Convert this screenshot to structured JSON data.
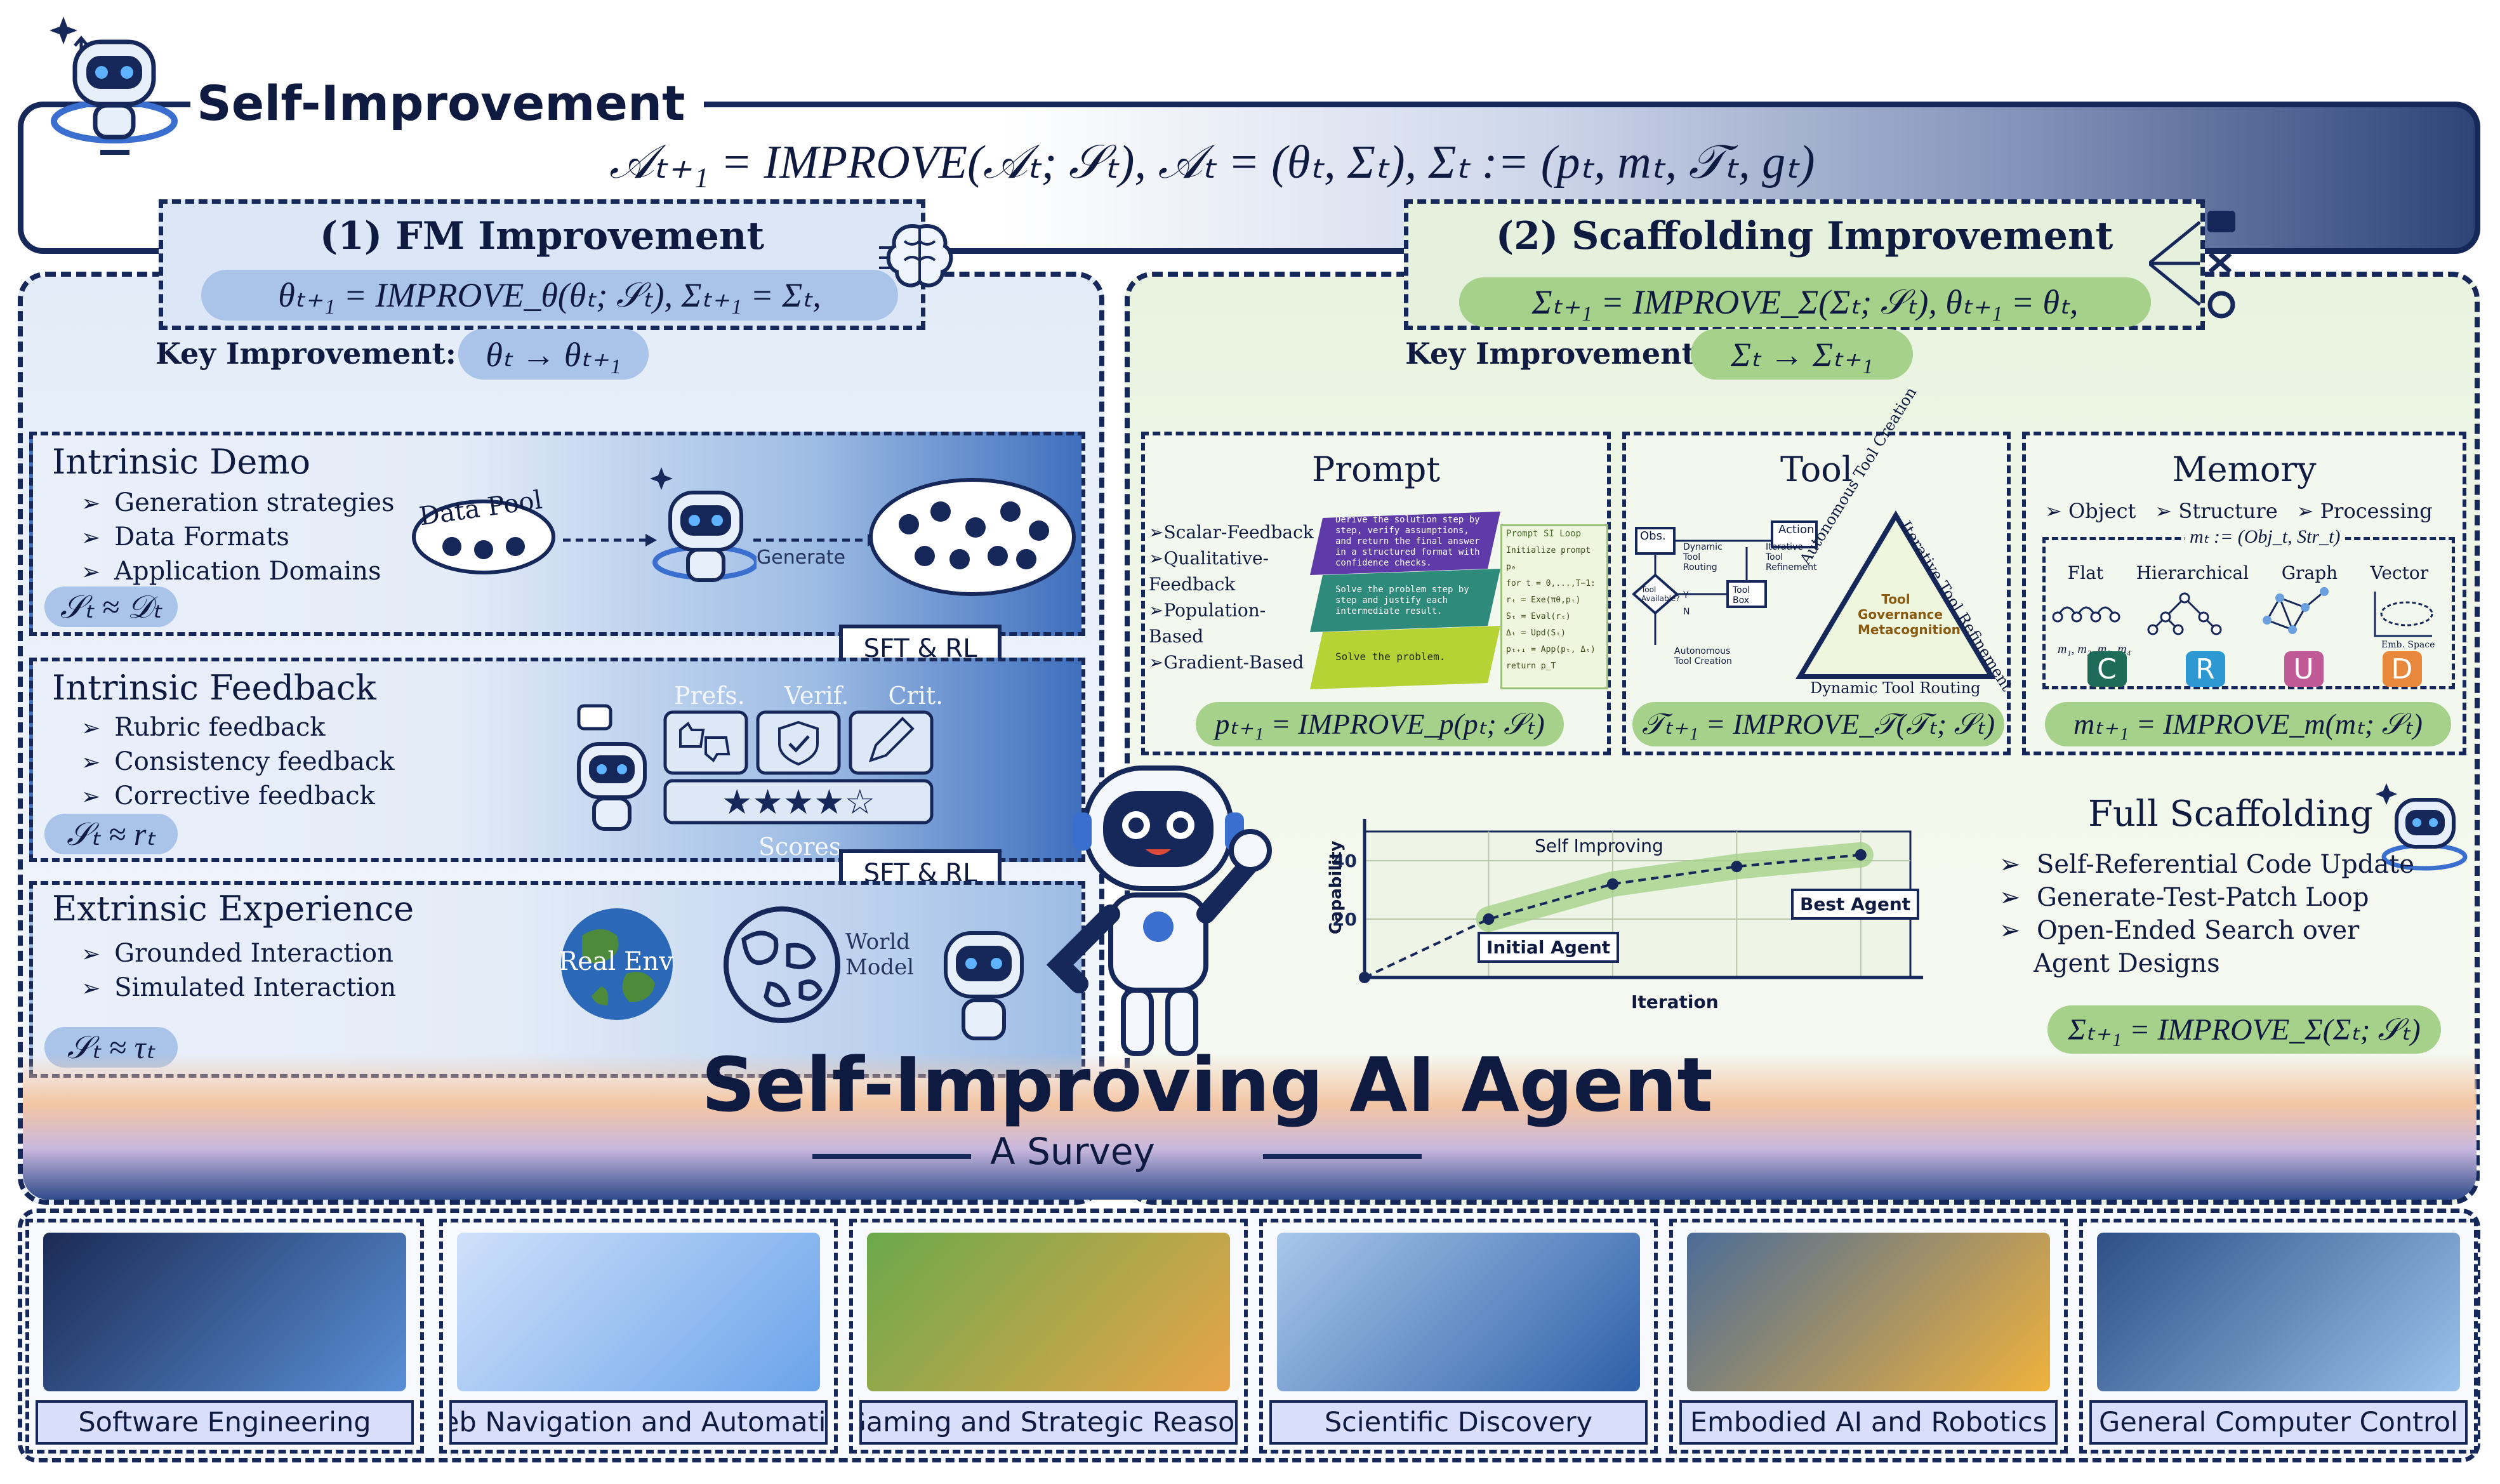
{
  "header": {
    "title": "Self-Improvement",
    "formula": "𝒜ₜ₊₁ = IMPROVE(𝒜ₜ; 𝒮ₜ),    𝒜ₜ = (θₜ, Σₜ),    Σₜ := (pₜ, mₜ, 𝒯ₜ, gₜ)"
  },
  "fm": {
    "title": "(1) FM Improvement",
    "formula": "θₜ₊₁ = IMPROVE_θ(θₜ; 𝒮ₜ),      Σₜ₊₁ = Σₜ,",
    "key_label": "Key Improvement:",
    "key_value": "θₜ → θₜ₊₁"
  },
  "scaffold": {
    "title": "(2) Scaffolding Improvement",
    "formula": "Σₜ₊₁ = IMPROVE_Σ(Σₜ; 𝒮ₜ),      θₜ₊₁ = θₜ,",
    "key_label": "Key Improvement:",
    "key_value": "Σₜ → Σₜ₊₁"
  },
  "intrinsic_demo": {
    "title": "Intrinsic Demo",
    "bullets": [
      "Generation strategies",
      "Data Formats",
      "Application Domains"
    ],
    "formula": "𝒮ₜ ≈ 𝒟ₜ",
    "pool_label": "Data Pool",
    "generate_label": "Generate"
  },
  "sft1": "SFT & RL",
  "intrinsic_feedback": {
    "title": "Intrinsic Feedback",
    "bullets": [
      "Rubric feedback",
      "Consistency feedback",
      "Corrective feedback"
    ],
    "formula": "𝒮ₜ ≈ rₜ",
    "col_labels": [
      "Prefs.",
      "Verif.",
      "Crit."
    ],
    "scores_label": "Scores"
  },
  "sft2": "SFT & RL",
  "extrinsic": {
    "title": "Extrinsic Experience",
    "bullets": [
      "Grounded Interaction",
      "Simulated Interaction"
    ],
    "formula": "𝒮ₜ ≈ τₜ",
    "real_env": "Real Env",
    "world_model": "World Model"
  },
  "prompt": {
    "title": "Prompt",
    "items": [
      "Scalar-Feedback",
      "Qualitative-Feedback",
      "Population-Based",
      "Gradient-Based"
    ],
    "layer1": "Derive the solution step by step, verify assumptions, and return the final answer in a structured format with confidence checks.",
    "layer2": "Solve the problem step by step and justify each intermediate result.",
    "layer3": "Solve the problem.",
    "loop_title": "Prompt SI Loop",
    "loop_lines": [
      "Initialize prompt p₀",
      "for t = 0,...,T−1:",
      "rₜ = Exe(πθ,pₜ)",
      "Sₜ = Eval(rₜ)",
      "Δₜ = Upd(Sₜ)",
      "pₜ₊₁ = App(pₜ, Δₜ)",
      "return p_T"
    ],
    "formula": "pₜ₊₁ = IMPROVE_p(pₜ; 𝒮ₜ)"
  },
  "tool": {
    "title": "Tool",
    "obs": "Obs.",
    "action": "Action",
    "dyn_routing": "Dynamic Tool Routing",
    "iter_refine": "Iterative Tool Refinement",
    "tool_available": "Tool Available?",
    "tool_box": "Tool Box",
    "auto_create": "Autonomous Tool Creation",
    "yes": "Y",
    "no": "N",
    "tri_left": "Autonomous Tool Creation",
    "tri_right": "Iterative Tool Refinement",
    "tri_bottom": "Dynamic Tool Routing",
    "tri_center": [
      "Tool",
      "Governance",
      "Metacognition"
    ],
    "formula": "𝒯ₜ₊₁ = IMPROVE_𝒯(𝒯ₜ; 𝒮ₜ)"
  },
  "memory": {
    "title": "Memory",
    "aspects": [
      "Object",
      "Structure",
      "Processing"
    ],
    "def": "mₜ := (Obj_t, Str_t)",
    "types": [
      "Flat",
      "Hierarchical",
      "Graph",
      "Vector"
    ],
    "flat_sub": "m₁, m₂, m₃, m₄",
    "vec_sub": "Emb. Space",
    "crud": [
      "C",
      "R",
      "U",
      "D"
    ],
    "crud_colors": [
      "#1f6b5a",
      "#2e98d2",
      "#c05a96",
      "#e8883c"
    ],
    "formula": "mₜ₊₁ = IMPROVE_m(mₜ; 𝒮ₜ)"
  },
  "chart_data": {
    "type": "line",
    "title": "Self Improving",
    "xlabel": "Iteration",
    "ylabel": "Capability",
    "x": [
      0,
      1,
      2,
      3,
      4
    ],
    "series": [
      {
        "values": [
          0,
          20,
          32,
          38,
          42
        ]
      }
    ],
    "ylim": [
      0,
      50
    ],
    "yticks": [
      20,
      40
    ],
    "annotations": [
      "Initial Agent",
      "Best Agent"
    ]
  },
  "full": {
    "title": "Full Scaffolding",
    "bullets": [
      "Self-Referential Code Update",
      "Generate-Test-Patch Loop",
      "Open-Ended Search over Agent Designs"
    ],
    "formula": "Σₜ₊₁ = IMPROVE_Σ(Σₜ; 𝒮ₜ)"
  },
  "bottom": {
    "title": "Self-Improving AI Agent",
    "subtitle": "A Survey"
  },
  "apps": [
    {
      "label": "Software Engineering",
      "c1": "#1b2a55",
      "c2": "#5a8fd6"
    },
    {
      "label": "Web Navigation and Automation",
      "c1": "#cfe0fa",
      "c2": "#6aa3ea"
    },
    {
      "label": "Gaming and Strategic Reason",
      "c1": "#6aa94b",
      "c2": "#e9a44a"
    },
    {
      "label": "Scientific Discovery",
      "c1": "#a8c7ea",
      "c2": "#2e5fa8"
    },
    {
      "label": "Embodied AI and Robotics",
      "c1": "#4b6c97",
      "c2": "#f0b23c"
    },
    {
      "label": "General Computer Control",
      "c1": "#2d4f86",
      "c2": "#9bc3ec"
    }
  ]
}
